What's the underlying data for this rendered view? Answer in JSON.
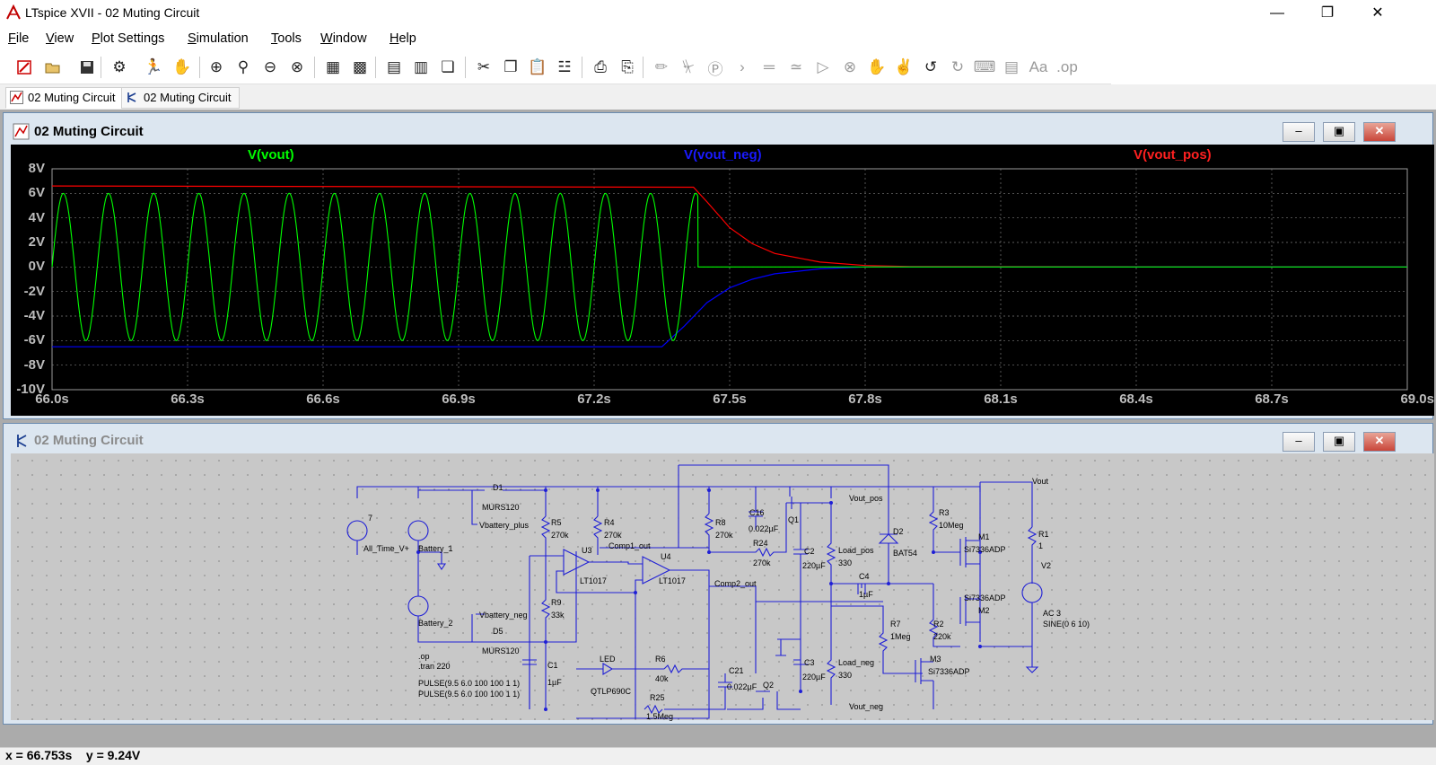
{
  "app": {
    "title": "LTspice XVII - 02 Muting Circuit",
    "minimize_icon": "minimize-icon",
    "maximize_icon": "restore-icon",
    "close_icon": "close-icon"
  },
  "menu": [
    "File",
    "View",
    "Plot Settings",
    "Simulation",
    "Tools",
    "Window",
    "Help"
  ],
  "toolbar": {
    "icons": [
      "new-schematic-icon",
      "open-icon",
      "save-icon",
      "control-panel-icon",
      "run-icon",
      "pan-icon",
      "zoom-area-icon",
      "zoom-in-icon",
      "zoom-out-icon",
      "zoom-fit-icon",
      "autorange-icon",
      "view-grid-icon",
      "tile-horizontal-icon",
      "tile-vertical-icon",
      "cascade-icon",
      "cut-icon",
      "copy-icon",
      "paste-icon",
      "find-icon",
      "print-icon",
      "print-setup-icon",
      "wire-icon",
      "ground-icon",
      "label-icon",
      "resistor-icon",
      "capacitor-icon",
      "inductor-icon",
      "diode-icon",
      "component-icon",
      "move-icon",
      "drag-icon",
      "undo-icon",
      "redo-icon",
      "rotate-icon",
      "mirror-icon",
      "text-icon",
      "spice-directive-icon"
    ]
  },
  "tabs": [
    {
      "label": "02 Muting Circuit",
      "icon": "waveform-icon"
    },
    {
      "label": "02 Muting Circuit",
      "icon": "schematic-icon"
    }
  ],
  "plot_window": {
    "title": "02 Muting Circuit",
    "traces": [
      {
        "label": "V(vout)",
        "color": "#00ff00"
      },
      {
        "label": "V(vout_neg)",
        "color": "#0000ff"
      },
      {
        "label": "V(vout_pos)",
        "color": "#ff0000"
      }
    ],
    "yticks": [
      "8V",
      "6V",
      "4V",
      "2V",
      "0V",
      "-2V",
      "-4V",
      "-6V",
      "-8V",
      "-10V"
    ],
    "xticks": [
      "66.0s",
      "66.3s",
      "66.6s",
      "66.9s",
      "67.2s",
      "67.5s",
      "67.8s",
      "68.1s",
      "68.4s",
      "68.7s",
      "69.0s"
    ]
  },
  "chart_data": {
    "type": "line",
    "title": "",
    "xlabel": "",
    "ylabel": "",
    "xlim": [
      66.0,
      69.0
    ],
    "ylim": [
      -10,
      8
    ],
    "grid": true,
    "legend": "top",
    "series": [
      {
        "name": "V(vout)",
        "color": "#00ff00",
        "description_points": {
          "x": [
            66.0,
            67.42,
            67.43,
            67.6,
            69.0
          ],
          "y": [
            0,
            0,
            0,
            0,
            0
          ],
          "sine_amplitude": 6,
          "sine_frequency_hz": 10,
          "active_until": 67.43
        }
      },
      {
        "name": "V(vout_neg)",
        "color": "#0000ff",
        "x": [
          66.0,
          67.35,
          67.4,
          67.45,
          67.5,
          67.55,
          67.6,
          67.7,
          67.8,
          69.0
        ],
        "y": [
          -6.5,
          -6.5,
          -4.8,
          -2.9,
          -1.7,
          -1.0,
          -0.55,
          -0.15,
          0,
          0
        ]
      },
      {
        "name": "V(vout_pos)",
        "color": "#ff0000",
        "x": [
          66.0,
          67.42,
          67.45,
          67.5,
          67.55,
          67.6,
          67.7,
          67.8,
          67.9,
          69.0
        ],
        "y": [
          6.6,
          6.5,
          5.3,
          3.2,
          1.9,
          1.1,
          0.4,
          0.12,
          0.03,
          0
        ]
      }
    ]
  },
  "schematic_window": {
    "title": "02 Muting Circuit",
    "labels": {
      "d1": "D1",
      "d1_model": "MURS120",
      "d5": "D5",
      "d5_model": "MURS120",
      "v7": "7",
      "all_time": "All_Time_V+",
      "battery1": "Battery_1",
      "battery2": "Battery_2",
      "vbat_plus": "Vbattery_plus",
      "vbat_neg": "Vbattery_neg",
      "r5": "R5",
      "r5v": "270k",
      "r4": "R4",
      "r4v": "270k",
      "r9": "R9",
      "r9v": "33k",
      "u3": "U3",
      "u3m": "LT1017",
      "u4": "U4",
      "u4m": "LT1017",
      "comp1": "Comp1_out",
      "comp2": "Comp2_out",
      "r8": "R8",
      "r8v": "270k",
      "c16": "C16",
      "c16v": "0.022µF",
      "r24": "R24",
      "r24v": "270k",
      "q1": "Q1",
      "vout_pos": "Vout_pos",
      "vout_neg": "Vout_neg",
      "c2": "C2",
      "c2v": "220µF",
      "c3": "C3",
      "c3v": "220µF",
      "load_pos": "Load_pos",
      "load_pos_v": "330",
      "load_neg": "Load_neg",
      "load_neg_v": "330",
      "c4": "C4",
      "c4v": "1µF",
      "d2": "D2",
      "d2m": "BAT54",
      "r3": "R3",
      "r3v": "10Meg",
      "r7": "R7",
      "r7v": "1Meg",
      "r2": "R2",
      "r2v": "220k",
      "m1": "M1",
      "m1m": "Si7336ADP",
      "m2m": "Si7336ADP",
      "m2": "M2",
      "m3": "M3",
      "m3m": "Si7336ADP",
      "r1": "R1",
      "r1v": "1",
      "v2": "V2",
      "ac": "AC 3",
      "sine": "SINE(0 6 10)",
      "vout": "Vout",
      "led": "LED",
      "ledm": "QTLP690C",
      "r6": "R6",
      "r6v": "40k",
      "c1": "C1",
      "c1v": "1µF",
      "c21": "C21",
      "c21v": "0.022µF",
      "q2": "Q2",
      "r25": "R25",
      "r25v": "1.5Meg",
      "op": ".op",
      "tran": ".tran 220",
      "pulse1": "PULSE(9.5 6.0 100 100 1 1)",
      "pulse2": "PULSE(9.5 6.0 100 100 1 1)"
    }
  },
  "status": {
    "text": "x = 66.753s    y = 9.24V"
  }
}
